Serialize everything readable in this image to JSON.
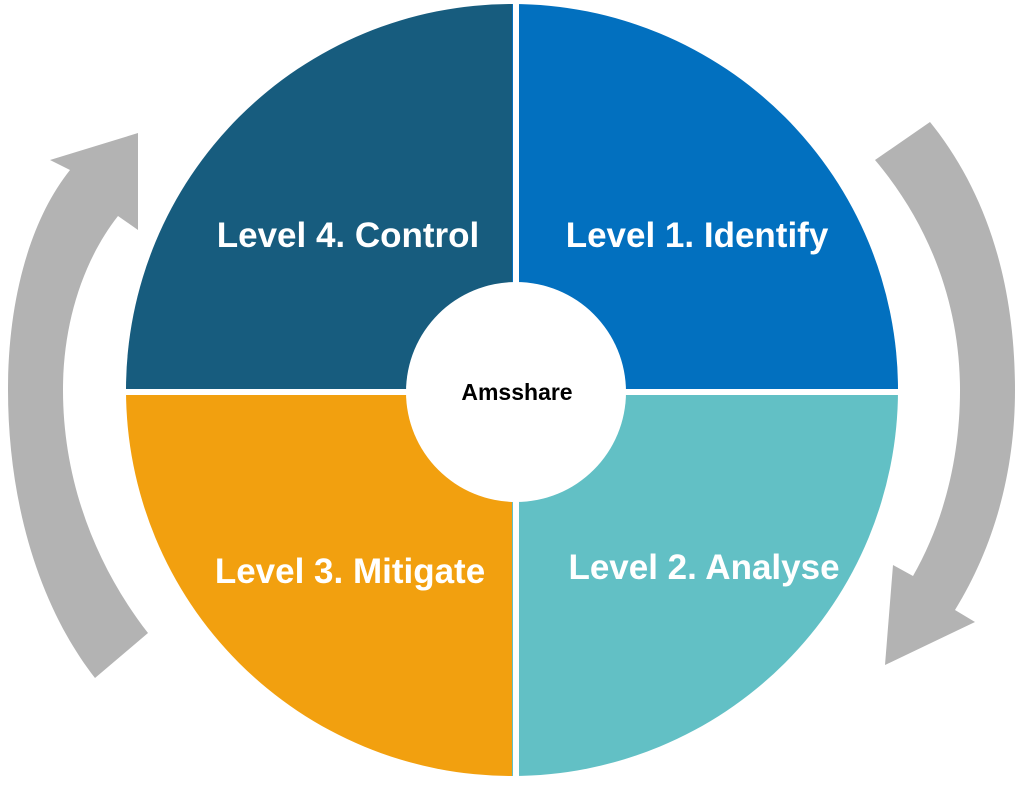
{
  "center": {
    "label": "Amsshare"
  },
  "quadrants": [
    {
      "id": "identify",
      "label": "Level 1. Identify",
      "color": "#0270BF"
    },
    {
      "id": "analyse",
      "label": "Level 2. Analyse",
      "color": "#62C0C5"
    },
    {
      "id": "mitigate",
      "label": "Level 3. Mitigate",
      "color": "#F2A00F"
    },
    {
      "id": "control",
      "label": "Level 4. Control",
      "color": "#175C7E"
    }
  ],
  "arrows": {
    "color": "#B3B3B3",
    "direction": "clockwise"
  }
}
